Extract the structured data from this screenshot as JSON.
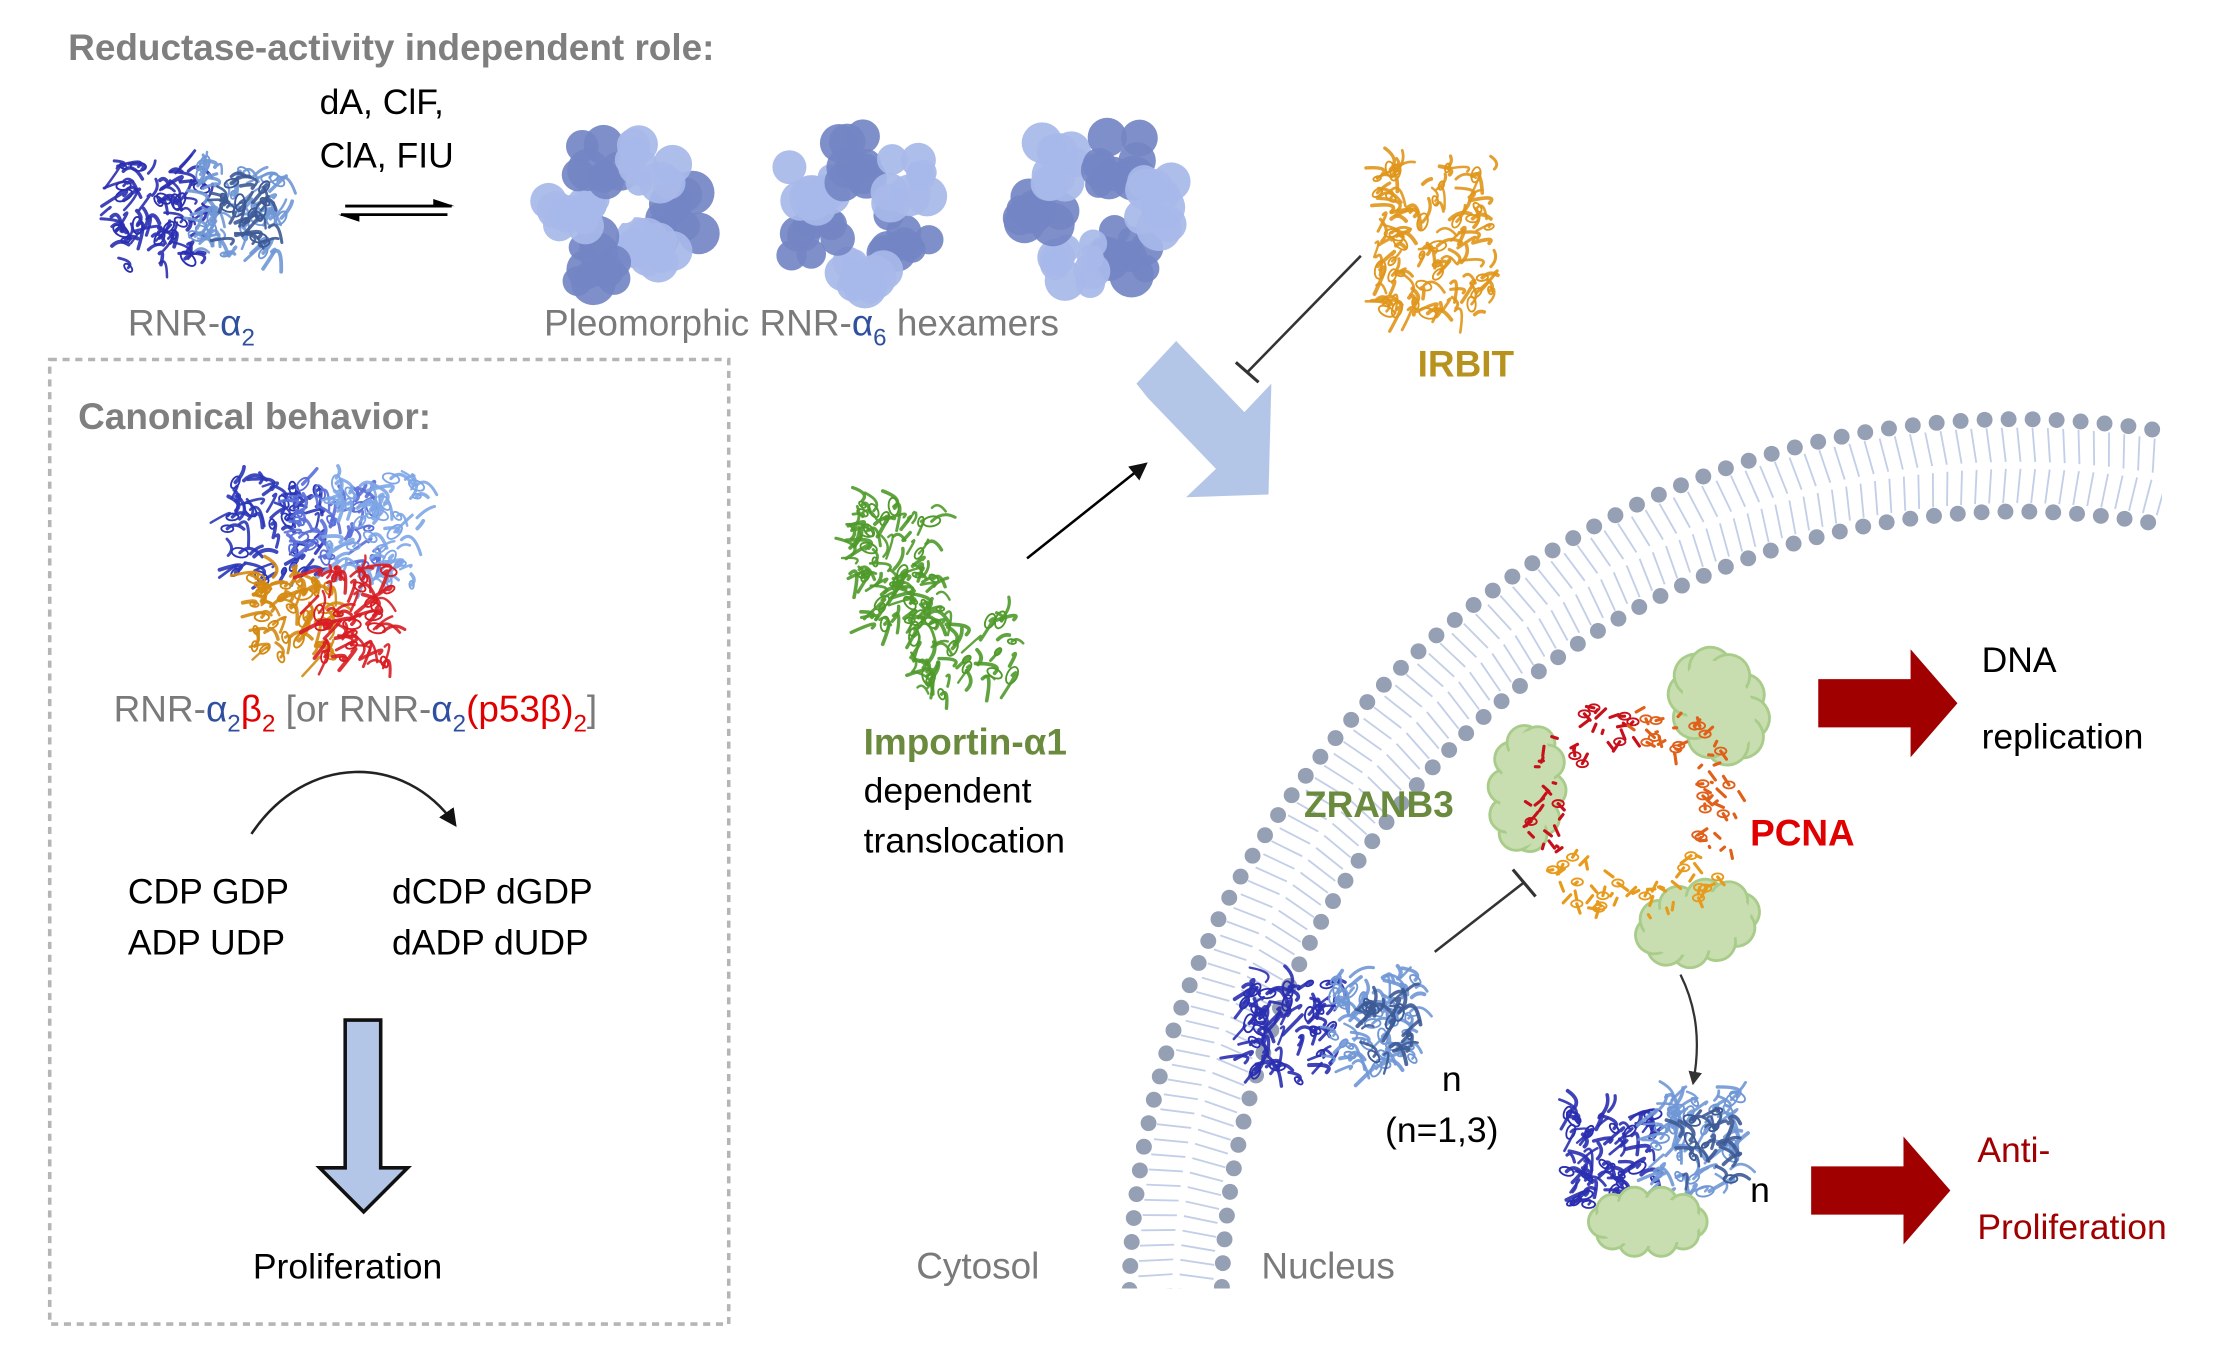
{
  "colors": {
    "header_gray": "#7f7f7f",
    "alpha_blue": "#2f4f9f",
    "beta_red": "#e00000",
    "importin_green": "#6a8a3e",
    "irbit_gold": "#b8921e",
    "pcna_red": "#e00000",
    "outcome_darkred": "#a00000",
    "arrow_lightblue": "#b4c6e7",
    "membrane_head": "#96a0b4",
    "zranb3_blob": "#c8deb0"
  },
  "independent": {
    "title": "Reductase-activity independent role:",
    "ligands_line1": "dA, ClF,",
    "ligands_line2": "ClA, FIU",
    "dimer_label": {
      "prefix": "RNR-",
      "greek": "α",
      "sub": "2"
    },
    "hexamer_label": {
      "prefix": "Pleomorphic RNR-",
      "greek": "α",
      "sub": "6",
      "suffix": " hexamers"
    }
  },
  "canonical": {
    "title": "Canonical behavior:",
    "complex_label": {
      "p1": "RNR-",
      "a": "α",
      "a_sub": "2",
      "b": "β",
      "b_sub": "2",
      "p2": " [or RNR-",
      "a2": "α",
      "a2_sub": "2",
      "p53": "(p53β)",
      "p53_sub": "2",
      "p3": "]"
    },
    "substrates": [
      "CDP GDP",
      "ADP UDP"
    ],
    "products": [
      "dCDP dGDP",
      "dADP dUDP"
    ],
    "outcome": "Proliferation"
  },
  "translocation": {
    "irbit": "IRBIT",
    "importin": "Importin-α1",
    "importin_line2": "dependent",
    "importin_line3": "translocation"
  },
  "compartments": {
    "cytosol": "Cytosol",
    "nucleus": "Nucleus"
  },
  "nuclear": {
    "zranb3": "ZRANB3",
    "pcna": "PCNA",
    "n_label": "n",
    "n_values": "(n=1,3)",
    "n_label2": "n",
    "dna_line1": "DNA",
    "dna_line2": "replication",
    "anti_line1": "Anti-",
    "anti_line2": "Proliferation"
  }
}
